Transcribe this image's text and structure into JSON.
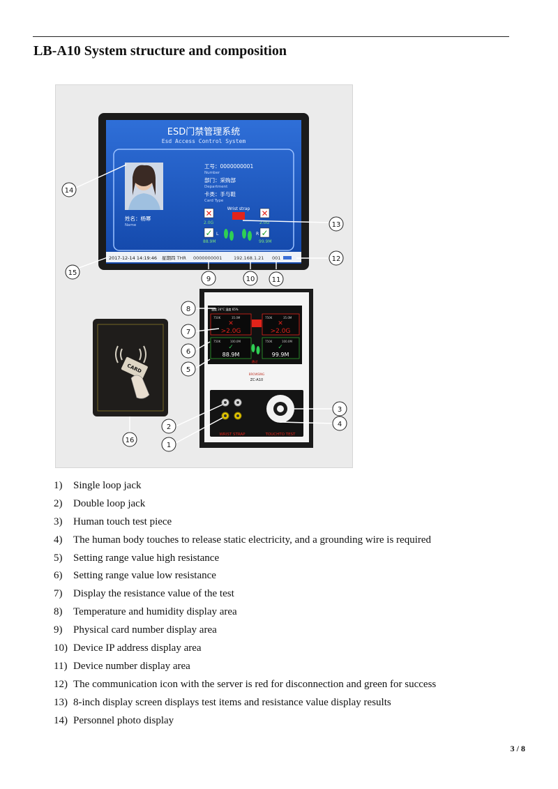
{
  "page": {
    "title": "LB-A10 System structure and composition",
    "page_number": "3 / 8"
  },
  "screen": {
    "title_cn": "ESD门禁管理系统",
    "title_en": "Esd Access Control System",
    "number_label": "工号：0000000001",
    "number_sub": "Number",
    "dept_label": "部门：采购部",
    "dept_sub": "Department",
    "card_label": "卡类：手与鞋",
    "card_sub": "Card Type",
    "name_label": "姓名：杨幂",
    "name_sub": "Name",
    "wrist_label": "Wrist strap",
    "left_top": "2.0G",
    "right_top": "2.0G",
    "left_bottom": "88.9M",
    "right_bottom": "99.9M",
    "l": "L",
    "r": "R",
    "status_date": "2017-12-14",
    "status_time": "14:19:46",
    "status_day": "星期四 THR",
    "status_card": "0000000001",
    "status_ip": "192.168.1.21",
    "status_dev": "001"
  },
  "device": {
    "temp": "温度 24°C  湿度 65%",
    "r1l": "750K",
    "r1r": "35.0M",
    "r2l": "750K",
    "r2r": "35.0M",
    "val1": ">2.0G",
    "val2": ">2.0G",
    "r3l": "750K",
    "r3r": "100.0M",
    "r4l": "750K",
    "r4r": "100.0M",
    "val3": "88.9M",
    "val4": "99.9M",
    "pass": "通过",
    "brand": "BROWSING",
    "model": "ZC-A10",
    "wrist": "WRIST STRAP",
    "touch": "TOUCHTO TEST"
  },
  "card": {
    "label": "CARD"
  },
  "callouts": [
    "1",
    "2",
    "3",
    "4",
    "5",
    "6",
    "7",
    "8",
    "9",
    "10",
    "11",
    "12",
    "13",
    "14",
    "15",
    "16"
  ],
  "items": [
    {
      "n": "1)",
      "t": "Single loop jack"
    },
    {
      "n": "2)",
      "t": "Double loop jack"
    },
    {
      "n": "3)",
      "t": "Human touch test piece"
    },
    {
      "n": "4)",
      "t": "The human body touches to release static electricity, and a grounding wire is required"
    },
    {
      "n": "5)",
      "t": "Setting range value high resistance"
    },
    {
      "n": "6)",
      "t": "Setting range value low resistance"
    },
    {
      "n": "7)",
      "t": "Display the resistance value of the test"
    },
    {
      "n": "8)",
      "t": "Temperature and humidity display area"
    },
    {
      "n": "9)",
      "t": "Physical card number display area"
    },
    {
      "n": "10)",
      "t": "Device IP address display area"
    },
    {
      "n": "11)",
      "t": "Device number display area"
    },
    {
      "n": "12)",
      "t": "The communication icon with the server is red for disconnection and green for success"
    },
    {
      "n": "13)",
      "t": "8-inch display screen displays test items and resistance value display results"
    },
    {
      "n": "14)",
      "t": "Personnel photo display"
    }
  ]
}
